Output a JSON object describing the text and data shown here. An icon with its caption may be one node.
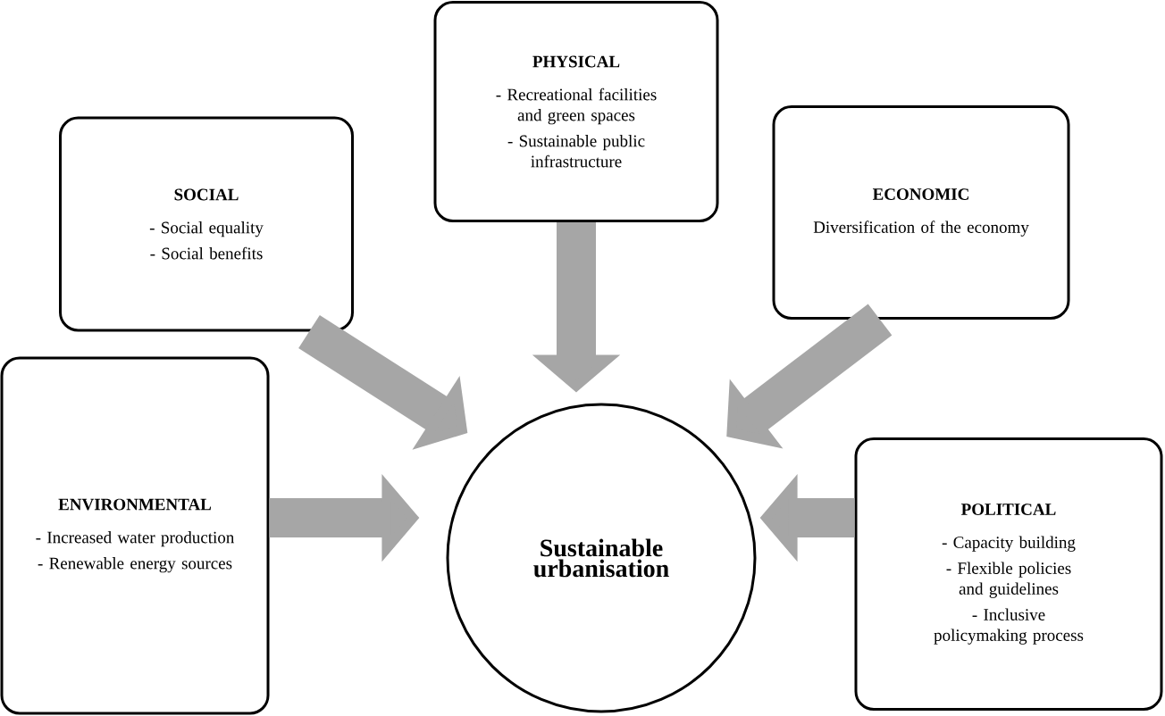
{
  "diagram": {
    "nodes": [
      {
        "text": [
          "SOCIAL",
          "- Social equality",
          "- Social benefits"
        ]
      },
      {
        "text": [
          "PHYSICAL",
          "- Recreational facilities and green spaces",
          "- Sustainable public infrastructure"
        ]
      },
      {
        "text": [
          "ECONOMIC",
          "Diversification of the economy"
        ]
      },
      {
        "text": [
          "ENVIRONMENTAL",
          "- Increased water production",
          "- Renewable energy sources"
        ]
      },
      {
        "text": [
          "Sustainable urbanisation"
        ]
      },
      {
        "text": [
          "POLITICAL",
          "- Capacity building",
          "- Flexible policies and guidelines",
          "- Inclusive policymaking process"
        ]
      }
    ],
    "edges": [
      {
        "from": 0,
        "to": 4,
        "arrow": "to"
      },
      {
        "from": 1,
        "to": 4,
        "arrow": "to"
      },
      {
        "from": 2,
        "to": 4,
        "arrow": "to"
      },
      {
        "from": 3,
        "to": 4,
        "arrow": "to"
      },
      {
        "from": 5,
        "to": 4,
        "arrow": "to"
      }
    ]
  }
}
